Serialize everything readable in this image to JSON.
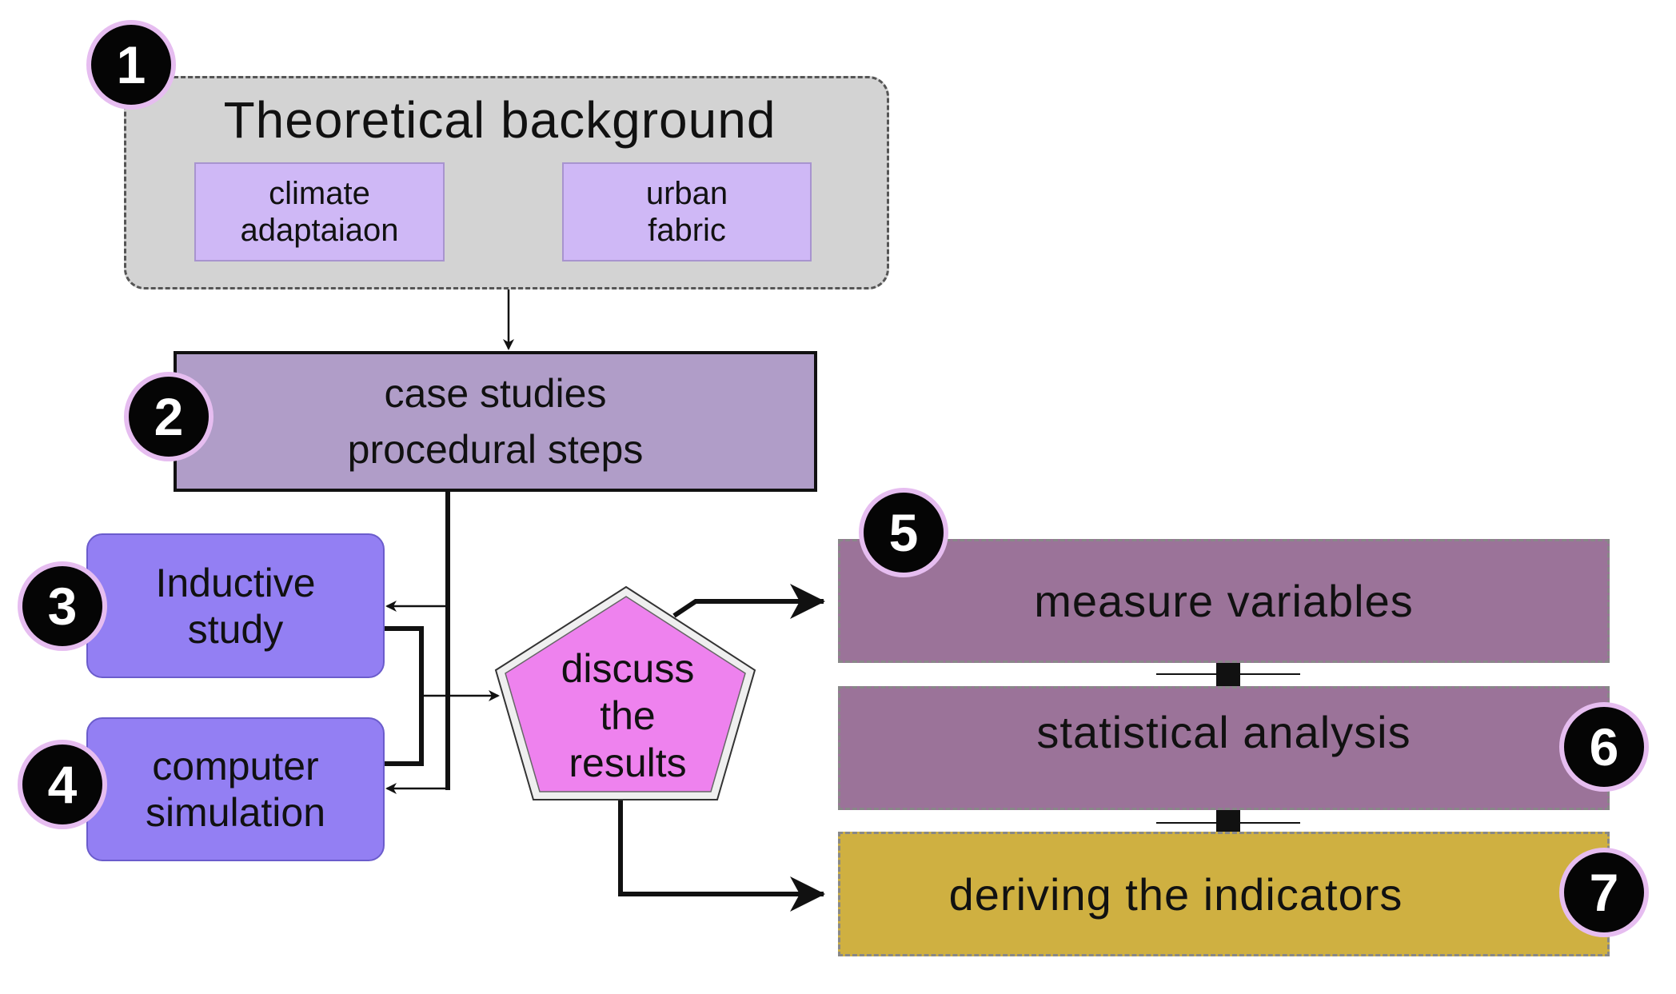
{
  "theory": {
    "title": "Theoretical background",
    "left_box": {
      "line1": "climate",
      "line2": "adaptaiaon"
    },
    "right_box": {
      "line1": "urban",
      "line2": "fabric"
    }
  },
  "case_box": {
    "line1": "case studies",
    "line2": "procedural steps"
  },
  "inductive_box": {
    "line1": "Inductive",
    "line2": "study"
  },
  "computer_box": {
    "line1": "computer",
    "line2": "simulation"
  },
  "discuss": {
    "line1": "discuss",
    "line2": "the",
    "line3": "results"
  },
  "measure_box": {
    "label": "measure variables"
  },
  "stats_box": {
    "label": "statistical analysis"
  },
  "derive_box": {
    "label": "deriving the indicators"
  },
  "badges": {
    "b1": "1",
    "b2": "2",
    "b3": "3",
    "b4": "4",
    "b5": "5",
    "b6": "6",
    "b7": "7"
  },
  "colors": {
    "theory_group": "#d3d3d3",
    "lilac_box": "#cfb8f6",
    "case_box": "#b09dc8",
    "blue_box": "#937ff3",
    "mauve_box": "#9b7399",
    "gold_box": "#cfb041",
    "pentagon": "#ee82ee",
    "badge_fill": "#050505",
    "badge_ring": "#e6bdf0"
  }
}
